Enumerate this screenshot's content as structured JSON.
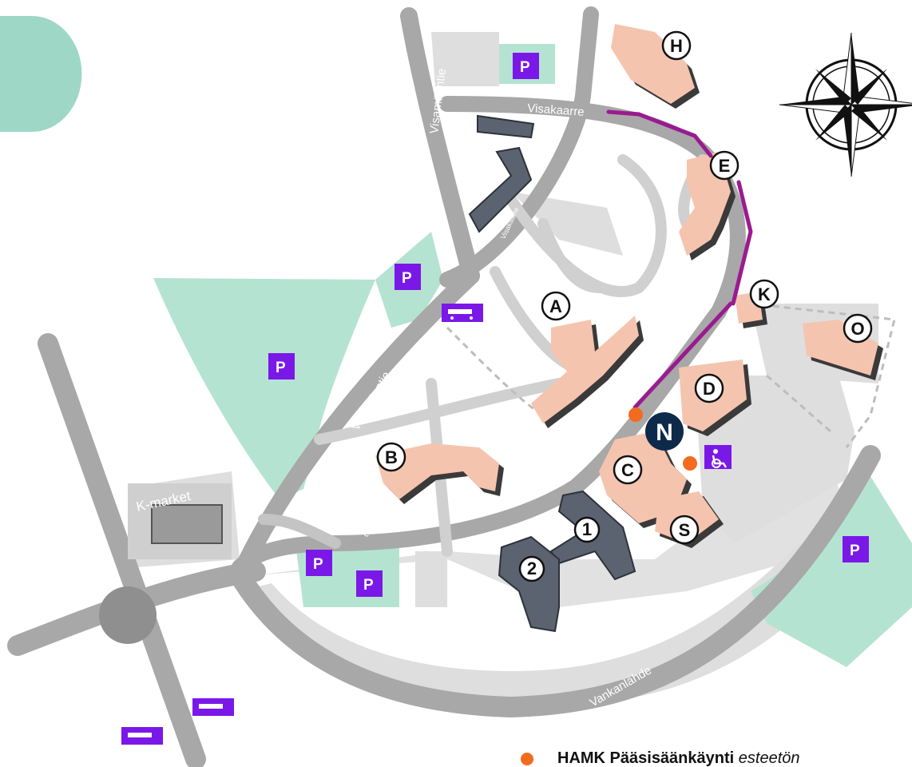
{
  "colors": {
    "green_area": "#b5e3d2",
    "teal_blob": "#9ed7c6",
    "road": "#a8a8a8",
    "paving": "#dedede",
    "building_pink": "#f5c4ae",
    "building_dark": "#5b6270",
    "shadow": "#3a3a3a",
    "marker_purple": "#7a18e8",
    "route": "#9a1b8f",
    "entrance_orange": "#f26b1f",
    "navy": "#0d2a4a"
  },
  "roads": {
    "visamaentie_north": "Visamäentie",
    "visamaentie_south": "Visamäentie",
    "visakaarre_north": "Visakaarre",
    "visakaarre_south": "Visakaarre",
    "vankanlahde": "Vankanlähde",
    "small_lane": "Visakaarre"
  },
  "buildings": {
    "A": "A",
    "B": "B",
    "C": "C",
    "D": "D",
    "E": "E",
    "H": "H",
    "K": "K",
    "O": "O",
    "S": "S",
    "one": "1",
    "two": "2",
    "N": "N",
    "kmarket": "K-market"
  },
  "parking": {
    "p1": "P",
    "p2": "P",
    "p3": "P",
    "p4": "P",
    "p5": "P",
    "p6": "P"
  },
  "icons": {
    "bus_stop": "bus-icon",
    "accessible": "wheelchair-icon",
    "compass": "compass-rose-icon",
    "entrance": "entrance-dot-icon"
  },
  "legend": {
    "entrance_main": "HAMK Pääsisäänkäynti",
    "entrance_note": "esteetön"
  }
}
